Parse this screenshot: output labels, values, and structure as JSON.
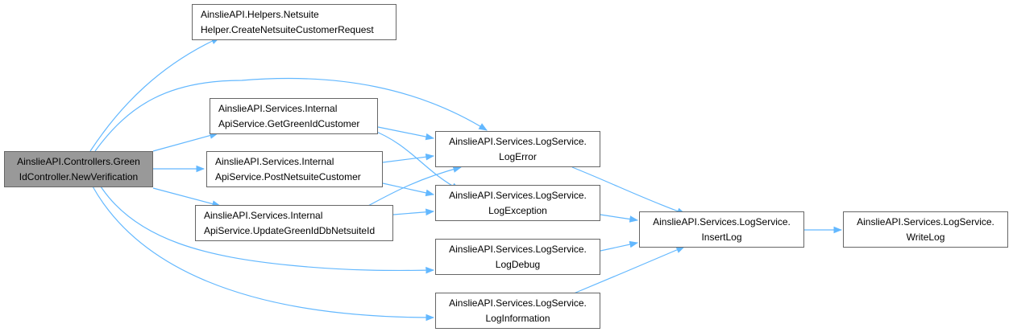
{
  "edge_color": "#63b8ff",
  "node_border": "#666666",
  "selected_fill": "#999999",
  "nodes": {
    "root": {
      "line1": "AinslieAPI.Controllers.Green",
      "line2": "IdController.NewVerification"
    },
    "netsuite_helper": {
      "line1": "AinslieAPI.Helpers.Netsuite",
      "line2": "Helper.CreateNetsuiteCustomerRequest"
    },
    "get_green_id": {
      "line1": "AinslieAPI.Services.Internal",
      "line2": "ApiService.GetGreenIdCustomer"
    },
    "post_netsuite": {
      "line1": "AinslieAPI.Services.Internal",
      "line2": "ApiService.PostNetsuiteCustomer"
    },
    "update_green_id": {
      "line1": "AinslieAPI.Services.Internal",
      "line2": "ApiService.UpdateGreenIdDbNetsuiteId"
    },
    "log_error": {
      "line1": "AinslieAPI.Services.LogService.",
      "line2": "LogError"
    },
    "log_exception": {
      "line1": "AinslieAPI.Services.LogService.",
      "line2": "LogException"
    },
    "log_debug": {
      "line1": "AinslieAPI.Services.LogService.",
      "line2": "LogDebug"
    },
    "log_information": {
      "line1": "AinslieAPI.Services.LogService.",
      "line2": "LogInformation"
    },
    "insert_log": {
      "line1": "AinslieAPI.Services.LogService.",
      "line2": "InsertLog"
    },
    "write_log": {
      "line1": "AinslieAPI.Services.LogService.",
      "line2": "WriteLog"
    }
  }
}
